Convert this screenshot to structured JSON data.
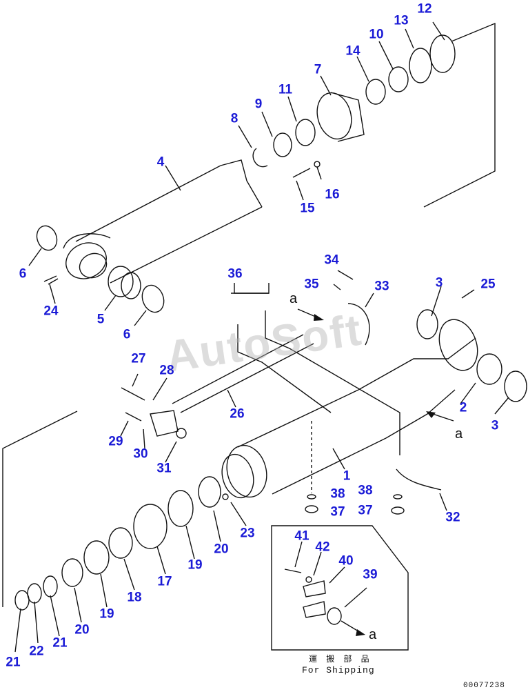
{
  "callouts": [
    {
      "id": "c12",
      "text": "12"
    },
    {
      "id": "c13",
      "text": "13"
    },
    {
      "id": "c10",
      "text": "10"
    },
    {
      "id": "c14",
      "text": "14"
    },
    {
      "id": "c7",
      "text": "7"
    },
    {
      "id": "c11",
      "text": "11"
    },
    {
      "id": "c9",
      "text": "9"
    },
    {
      "id": "c8",
      "text": "8"
    },
    {
      "id": "c4",
      "text": "4"
    },
    {
      "id": "c16",
      "text": "16"
    },
    {
      "id": "c15",
      "text": "15"
    },
    {
      "id": "c6a",
      "text": "6"
    },
    {
      "id": "c24",
      "text": "24"
    },
    {
      "id": "c5",
      "text": "5"
    },
    {
      "id": "c6b",
      "text": "6"
    },
    {
      "id": "c34",
      "text": "34"
    },
    {
      "id": "c36",
      "text": "36"
    },
    {
      "id": "c35",
      "text": "35"
    },
    {
      "id": "c33",
      "text": "33"
    },
    {
      "id": "c3a",
      "text": "3"
    },
    {
      "id": "c25",
      "text": "25"
    },
    {
      "id": "c27",
      "text": "27"
    },
    {
      "id": "c28",
      "text": "28"
    },
    {
      "id": "c26",
      "text": "26"
    },
    {
      "id": "c2",
      "text": "2"
    },
    {
      "id": "c3b",
      "text": "3"
    },
    {
      "id": "c29",
      "text": "29"
    },
    {
      "id": "c30",
      "text": "30"
    },
    {
      "id": "c31",
      "text": "31"
    },
    {
      "id": "c1",
      "text": "1"
    },
    {
      "id": "c38a",
      "text": "38"
    },
    {
      "id": "c38b",
      "text": "38"
    },
    {
      "id": "c37a",
      "text": "37"
    },
    {
      "id": "c37b",
      "text": "37"
    },
    {
      "id": "c32",
      "text": "32"
    },
    {
      "id": "c23",
      "text": "23"
    },
    {
      "id": "c20a",
      "text": "20"
    },
    {
      "id": "c19a",
      "text": "19"
    },
    {
      "id": "c17",
      "text": "17"
    },
    {
      "id": "c18",
      "text": "18"
    },
    {
      "id": "c19b",
      "text": "19"
    },
    {
      "id": "c20b",
      "text": "20"
    },
    {
      "id": "c21a",
      "text": "21"
    },
    {
      "id": "c22",
      "text": "22"
    },
    {
      "id": "c21b",
      "text": "21"
    },
    {
      "id": "c41",
      "text": "41"
    },
    {
      "id": "c42",
      "text": "42"
    },
    {
      "id": "c40",
      "text": "40"
    },
    {
      "id": "c39",
      "text": "39"
    }
  ],
  "ref_letter": "a",
  "shipping_label_jp": "運 搬 部 品",
  "shipping_label_en": "For Shipping",
  "document_number": "00077238",
  "watermark": "AutoSoft",
  "colors": {
    "callout": "#1a1ad6",
    "line": "#111111"
  }
}
